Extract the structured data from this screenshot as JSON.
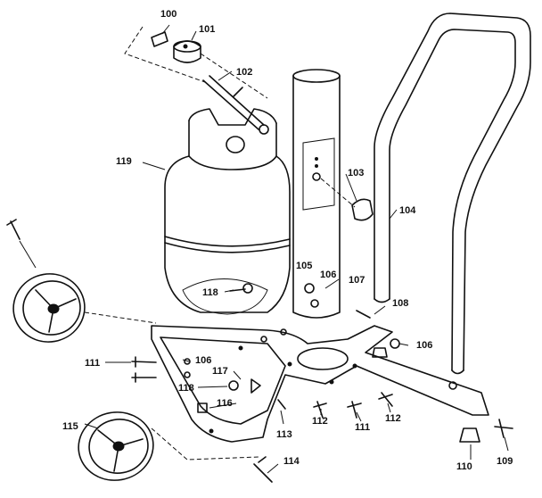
{
  "callouts": {
    "c100": "100",
    "c101": "101",
    "c102": "102",
    "c103": "103",
    "c104": "104",
    "c105": "105",
    "c106a": "106",
    "c106b": "106",
    "c106c": "106",
    "c107": "107",
    "c108": "108",
    "c109": "109",
    "c110": "110",
    "c111a": "111",
    "c111b": "111",
    "c112a": "112",
    "c112b": "112",
    "c113": "113",
    "c114": "114",
    "c115": "115",
    "c116": "116",
    "c117": "117",
    "c118a": "118",
    "c118b": "118",
    "c119": "119"
  }
}
